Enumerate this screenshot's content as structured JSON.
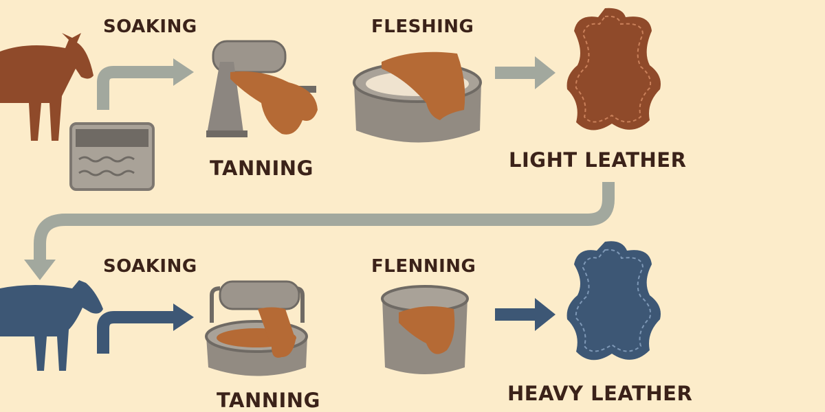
{
  "colors": {
    "background": "#fcecca",
    "text": "#3b2219",
    "light_leather": "#8f4a2a",
    "heavy_leather": "#3d5775",
    "arrow_gray": "#a2a89e",
    "machine_gray": "#8c8680"
  },
  "light_process": {
    "step1": "SOAKING",
    "step2": "TANNING",
    "step3": "FLESHING",
    "result": "LIGHT LEATHER"
  },
  "heavy_process": {
    "step1": "SOAKING",
    "step2": "TANNING",
    "step3": "FLENNING",
    "result": "HEAVY LEATHER"
  }
}
